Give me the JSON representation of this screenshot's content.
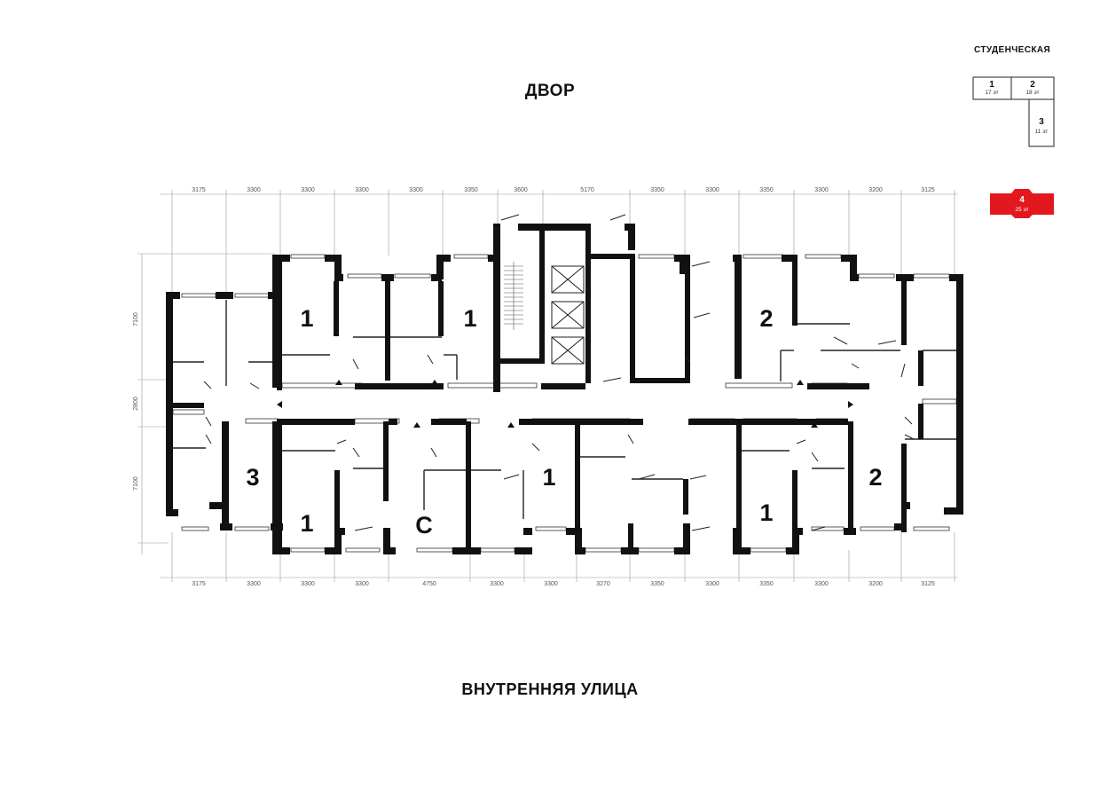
{
  "plan": {
    "courtyard_label": "ДВОР",
    "street_label": "ВНУТРЕННЯЯ УЛИЦА",
    "dims_top": [
      "3175",
      "3300",
      "3300",
      "3300",
      "3300",
      "3350",
      "3600",
      "5170",
      "3350",
      "3300",
      "3350",
      "3300",
      "3200",
      "3125"
    ],
    "dims_bottom": [
      "3175",
      "3300",
      "3300",
      "3300",
      "4750",
      "3300",
      "3300",
      "3270",
      "3350",
      "3300",
      "3350",
      "3300",
      "3200",
      "3125"
    ],
    "dims_left": [
      "7100",
      "2800",
      "7100"
    ],
    "units": {
      "u_top_1a": "1",
      "u_top_1b": "1",
      "u_top_2": "2",
      "u_left_3": "3",
      "u_bot_1a": "1",
      "u_bot_c": "C",
      "u_bot_1b": "1",
      "u_bot_1c": "1",
      "u_right_2": "2"
    }
  },
  "key_plan": {
    "street": "СТУДЕНЧЕСКАЯ",
    "sections": [
      {
        "number": "1",
        "floors": "17 эт"
      },
      {
        "number": "2",
        "floors": "18 эт"
      },
      {
        "number": "3",
        "floors": "11 эт"
      },
      {
        "number": "4",
        "floors": "25 эт",
        "active": true
      }
    ],
    "active_color": "#e3181f"
  }
}
